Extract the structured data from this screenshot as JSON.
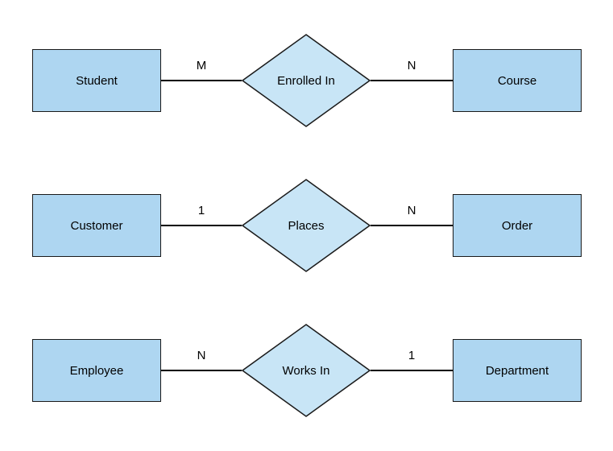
{
  "diagram": {
    "type": "entity-relationship",
    "rows": [
      {
        "left_entity": "Student",
        "left_cardinality": "M",
        "relationship": "Enrolled In",
        "right_cardinality": "N",
        "right_entity": "Course"
      },
      {
        "left_entity": "Customer",
        "left_cardinality": "1",
        "relationship": "Places",
        "right_cardinality": "N",
        "right_entity": "Order"
      },
      {
        "left_entity": "Employee",
        "left_cardinality": "N",
        "relationship": "Works In",
        "right_cardinality": "1",
        "right_entity": "Department"
      }
    ],
    "colors": {
      "entity_fill": "#AED6F1",
      "relationship_fill": "#C8E5F6",
      "border": "#1A1A1A",
      "line": "#000000",
      "background": "#FFFFFF"
    }
  }
}
